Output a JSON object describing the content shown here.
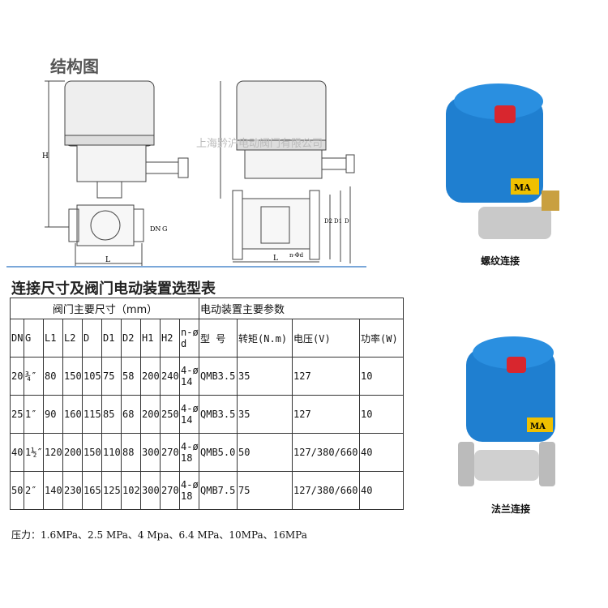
{
  "structure_title": "结构图",
  "watermark": "上海黔沪电动阀门有限公司",
  "drawing_labels": {
    "H": "H",
    "L": "L",
    "DN": "DN",
    "G": "G",
    "D": "D",
    "D1": "D1",
    "D2": "D2",
    "nd": "n-Φd"
  },
  "table_title": "连接尺寸及阀门电动装置选型表",
  "table": {
    "group_headers": [
      "阀门主要尺寸（mm）",
      "电动装置主要参数"
    ],
    "columns": [
      "DN",
      "G",
      "L1",
      "L2",
      "D",
      "D1",
      "D2",
      "H1",
      "H2",
      "n-ød",
      "型 号",
      "转矩(N.m)",
      "电压(V)",
      "功率(W)"
    ],
    "rows": [
      [
        "20",
        "¾″",
        "80",
        "150",
        "105",
        "75",
        "58",
        "200",
        "240",
        "4-ø14",
        "QMB3.5",
        "35",
        "127",
        "10"
      ],
      [
        "25",
        "1″",
        "90",
        "160",
        "115",
        "85",
        "68",
        "200",
        "250",
        "4-ø14",
        "QMB3.5",
        "35",
        "127",
        "10"
      ],
      [
        "40",
        "1½″",
        "120",
        "200",
        "150",
        "110",
        "88",
        "300",
        "270",
        "4-ø18",
        "QMB5.0",
        "50",
        "127/380/660",
        "40"
      ],
      [
        "50",
        "2″",
        "140",
        "230",
        "165",
        "125",
        "102",
        "300",
        "270",
        "4-ø18",
        "QMB7.5",
        "75",
        "127/380/660",
        "40"
      ]
    ]
  },
  "pressure": "压力：1.6MPa、2.5 MPa、4 Mpa、6.4 MPa、10MPa、16MPa",
  "photos": [
    {
      "caption": "螺纹连接",
      "badge": "MA"
    },
    {
      "caption": "法兰连接",
      "badge": "MA"
    }
  ],
  "colors": {
    "actuator_blue": "#1f7fd0",
    "knob_red": "#d8262e",
    "rule_blue": "#7aa7d9"
  }
}
